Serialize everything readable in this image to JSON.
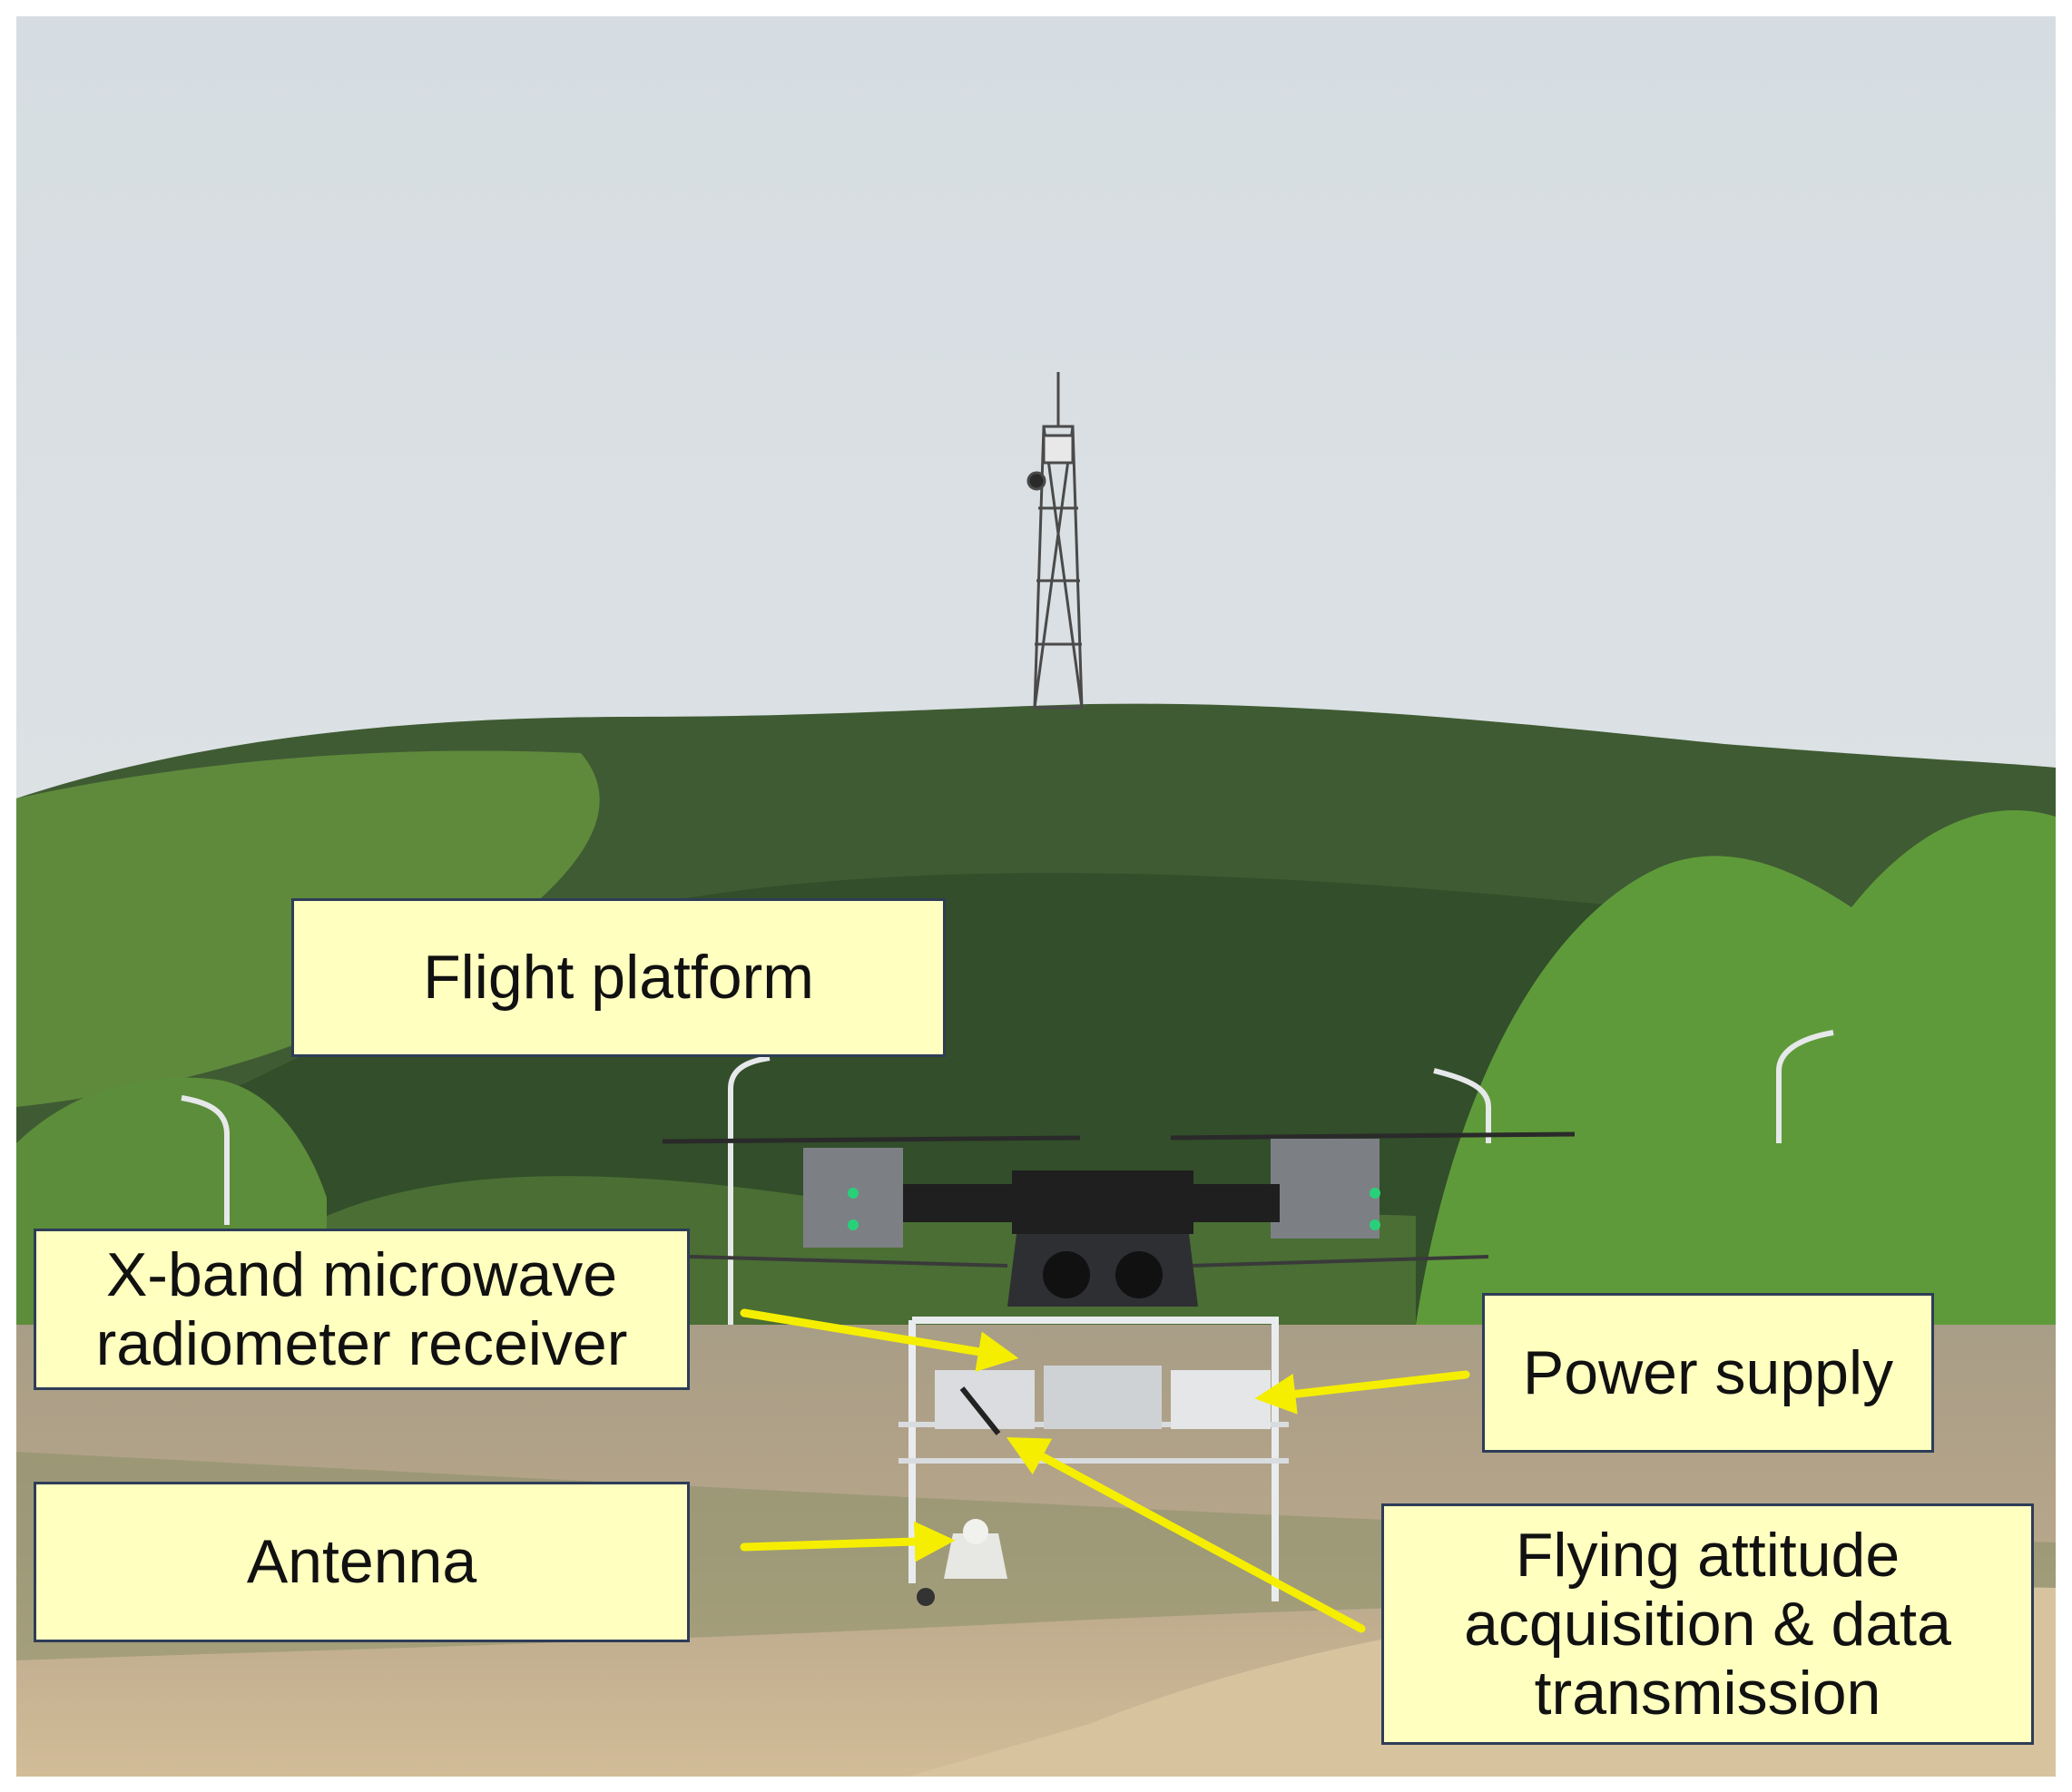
{
  "labels": {
    "flight_platform": "Flight platform",
    "receiver": "X-band microwave\nradiometer receiver",
    "power_supply": "Power supply",
    "antenna": "Antenna",
    "flying_attitude": "Flying attitude\nacquisition & data\ntransmission"
  },
  "colors": {
    "label_background": "#ffffc0",
    "label_border": "#2e3d57",
    "arrow": "#f5ee00",
    "sky": "#dfe4e8",
    "forest": "#3b5e2e",
    "field": "#b9a688"
  }
}
